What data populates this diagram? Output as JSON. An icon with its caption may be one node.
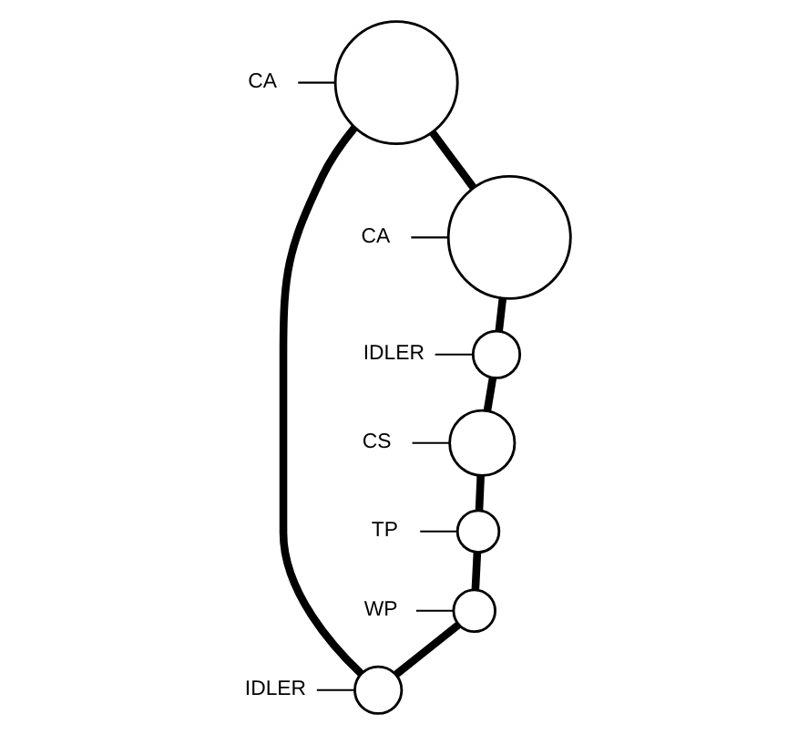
{
  "diagram": {
    "nodes": [
      {
        "text": [
          "CA"
        ]
      },
      {
        "text": [],
        "shape": "circle"
      },
      {
        "text": [
          "CA"
        ]
      },
      {
        "text": [],
        "shape": "circle"
      },
      {
        "text": [
          "IDLER"
        ]
      },
      {
        "text": [],
        "shape": "circle"
      },
      {
        "text": [
          "IDLER"
        ]
      },
      {
        "text": [],
        "shape": "circle"
      },
      {
        "text": [
          "WP"
        ]
      },
      {
        "text": [],
        "shape": "circle"
      },
      {
        "text": [
          "TP"
        ]
      },
      {
        "text": [],
        "shape": "circle"
      },
      {
        "text": [
          "CS"
        ]
      },
      {
        "text": [],
        "shape": "circle"
      }
    ],
    "edges": [
      {
        "from": 0,
        "to": 1,
        "arrow": "none"
      },
      {
        "from": 2,
        "to": 3,
        "arrow": "none"
      },
      {
        "from": 4,
        "to": 5,
        "arrow": "none"
      },
      {
        "from": 6,
        "to": 7,
        "arrow": "none"
      },
      {
        "from": 8,
        "to": 9,
        "arrow": "none"
      },
      {
        "from": 10,
        "to": 11,
        "arrow": "none"
      },
      {
        "from": 12,
        "to": 13,
        "arrow": "none"
      },
      {
        "from": 1,
        "to": 3,
        "arrow": "none",
        "style": "thick"
      },
      {
        "from": 3,
        "to": 7,
        "arrow": "none",
        "style": "thick"
      },
      {
        "from": 7,
        "to": 13,
        "arrow": "none",
        "style": "thick"
      },
      {
        "from": 13,
        "to": 11,
        "arrow": "none",
        "style": "thick"
      },
      {
        "from": 11,
        "to": 9,
        "arrow": "none",
        "style": "thick"
      },
      {
        "from": 9,
        "to": 5,
        "arrow": "none",
        "style": "thick"
      },
      {
        "from": 5,
        "to": 1,
        "arrow": "none",
        "style": "thick"
      }
    ]
  }
}
